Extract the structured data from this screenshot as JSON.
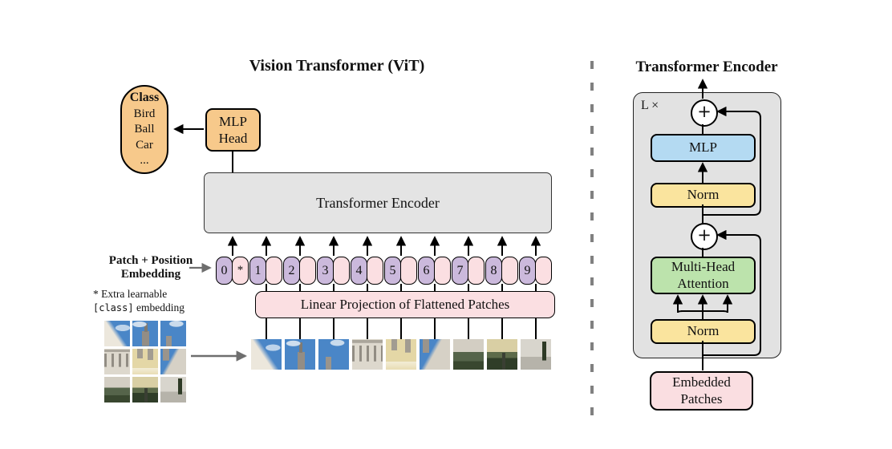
{
  "colors": {
    "orange": "#f7c98b",
    "pink": "#fbdfe2",
    "purple": "#cbb9dc",
    "box_gray": "#e4e4e4",
    "panel_gray": "#e2e2e2",
    "blue": "#b4daf2",
    "yellow": "#fae49e",
    "green": "#bce3ac",
    "pink_box": "#fadee1",
    "arrow_gray": "#6e6e6e"
  },
  "left_panel": {
    "title": "Vision Transformer (ViT)",
    "class_oval": {
      "header": "Class",
      "items": [
        "Bird",
        "Ball",
        "Car",
        "..."
      ]
    },
    "mlp_head": {
      "line1": "MLP",
      "line2": "Head"
    },
    "encoder_label": "Transformer Encoder",
    "embedding_label": {
      "line1": "Patch + Position",
      "line2": "Embedding"
    },
    "note": {
      "line1": "* Extra learnable",
      "line2_code": "[class]",
      "line2_rest": " embedding"
    },
    "linear_projection": "Linear Projection of Flattened Patches",
    "tokens": [
      {
        "label": "0",
        "extra": "*"
      },
      {
        "label": "1"
      },
      {
        "label": "2"
      },
      {
        "label": "3"
      },
      {
        "label": "4"
      },
      {
        "label": "5"
      },
      {
        "label": "6"
      },
      {
        "label": "7"
      },
      {
        "label": "8"
      },
      {
        "label": "9"
      }
    ]
  },
  "right_panel": {
    "title": "Transformer Encoder",
    "repeat_label": "L ×",
    "plus": "+",
    "mlp": "MLP",
    "norm1": "Norm",
    "attention": {
      "line1": "Multi-Head",
      "line2": "Attention"
    },
    "norm2": "Norm",
    "embedded": {
      "line1": "Embedded",
      "line2": "Patches"
    }
  }
}
